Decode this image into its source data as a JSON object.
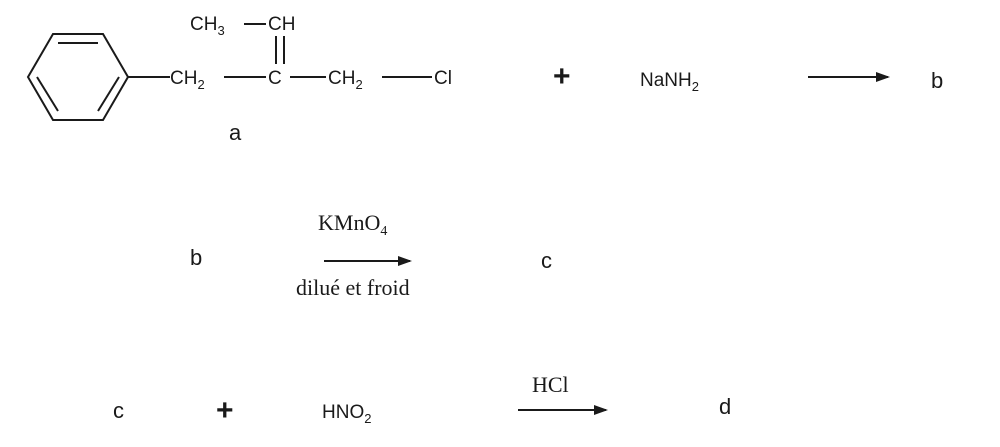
{
  "reaction1": {
    "group_ch3": "CH",
    "group_ch3_sub": "3",
    "group_ch": "CH",
    "group_ch2_left": "CH",
    "group_ch2_left_sub": "2",
    "group_c": "C",
    "group_ch2_right": "CH",
    "group_ch2_right_sub": "2",
    "group_cl": "Cl",
    "compound_label": "a",
    "plus": "+",
    "reagent": "NaNH",
    "reagent_sub": "2",
    "product": "b"
  },
  "reaction2": {
    "reactant": "b",
    "reagent_top": "KMnO",
    "reagent_top_sub": "4",
    "condition_bottom": "dilué et froid",
    "product": "c"
  },
  "reaction3": {
    "reactant": "c",
    "plus": "+",
    "reagent": "HNO",
    "reagent_sub": "2",
    "catalyst": "HCl",
    "product": "d"
  }
}
